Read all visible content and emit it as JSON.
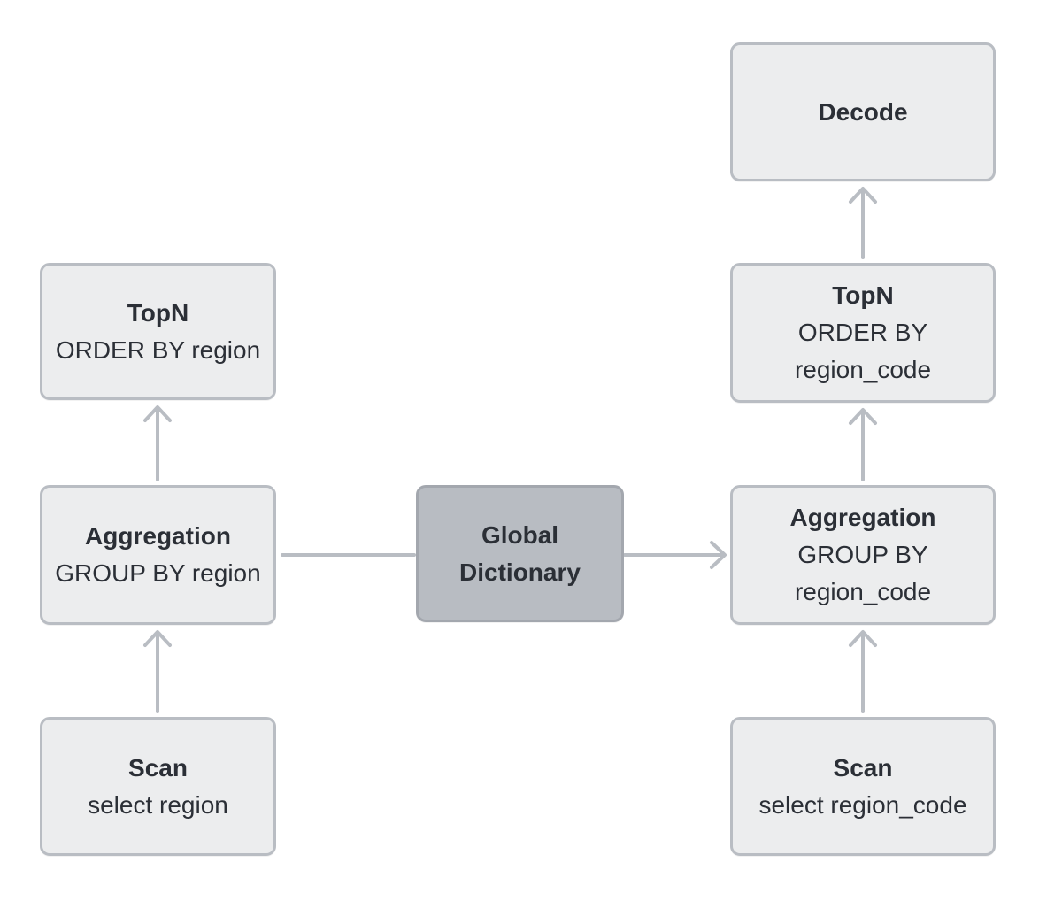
{
  "diagram_type": "query-plan-flow",
  "colors": {
    "background": "#ffffff",
    "node_fill": "#ecedee",
    "node_border": "#b9bdc3",
    "highlight_node_fill": "#b8bcc2",
    "highlight_node_border": "#a3a7ae",
    "arrow": "#b9bdc3",
    "text": "#2b2f36"
  },
  "left_plan": {
    "topn": {
      "title": "TopN",
      "subtitle": "ORDER BY region"
    },
    "aggregation": {
      "title": "Aggregation",
      "subtitle": "GROUP BY region"
    },
    "scan": {
      "title": "Scan",
      "subtitle": "select region"
    }
  },
  "global_dictionary": {
    "title": "Global Dictionary"
  },
  "right_plan": {
    "decode": {
      "title": "Decode"
    },
    "topn": {
      "title": "TopN",
      "subtitle": "ORDER BY region_code"
    },
    "aggregation": {
      "title": "Aggregation",
      "subtitle": "GROUP BY region_code"
    },
    "scan": {
      "title": "Scan",
      "subtitle": "select region_code"
    }
  },
  "edges": [
    {
      "from": "scan-left",
      "to": "aggregation-left",
      "style": "arrow-up"
    },
    {
      "from": "aggregation-left",
      "to": "topn-left",
      "style": "arrow-up"
    },
    {
      "from": "scan-right",
      "to": "aggregation-right",
      "style": "arrow-up"
    },
    {
      "from": "aggregation-right",
      "to": "topn-right",
      "style": "arrow-up"
    },
    {
      "from": "topn-right",
      "to": "decode",
      "style": "arrow-up"
    },
    {
      "from": "aggregation-left",
      "to": "global-dictionary",
      "style": "plain-line"
    },
    {
      "from": "global-dictionary",
      "to": "aggregation-right",
      "style": "arrow-right"
    }
  ]
}
